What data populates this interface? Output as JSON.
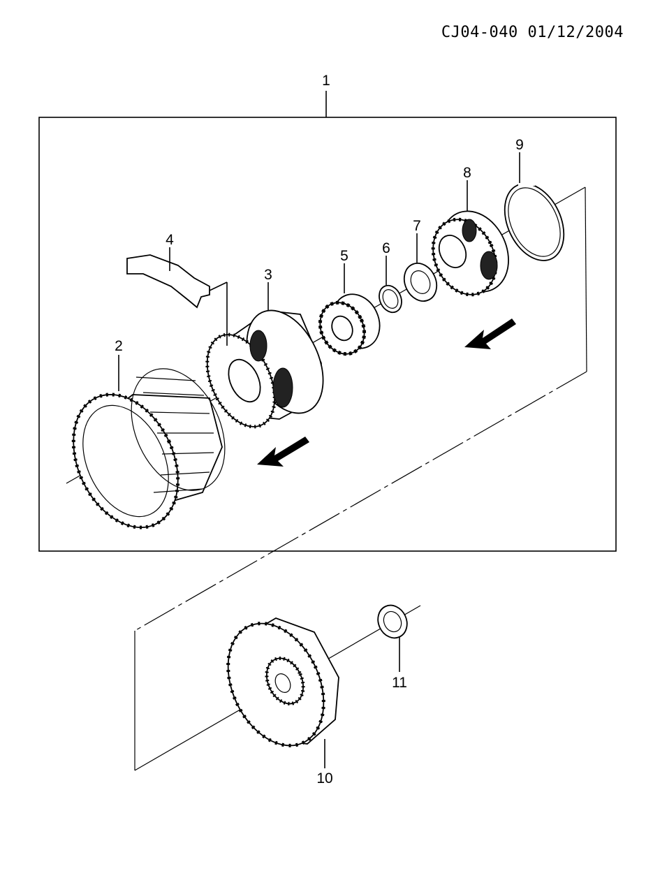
{
  "header": {
    "code": "CJ04-040 01/12/2004"
  },
  "callouts": {
    "c1": "1",
    "c2": "2",
    "c3": "3",
    "c4": "4",
    "c5": "5",
    "c6": "6",
    "c7": "7",
    "c8": "8",
    "c9": "9",
    "c10": "10",
    "c11": "11"
  }
}
